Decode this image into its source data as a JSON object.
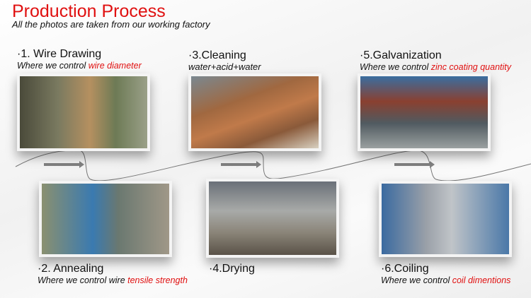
{
  "header": {
    "title": "Production Process",
    "subtitle": "All the photos are taken from our working factory"
  },
  "steps": [
    {
      "title": "·1. Wire Drawing",
      "sub_prefix": "Where we control ",
      "sub_highlight": "wire diameter"
    },
    {
      "title": "·2. Annealing",
      "sub_prefix": "Where we control wire ",
      "sub_highlight": "tensile strength"
    },
    {
      "title": "·3.Cleaning",
      "sub_prefix": "water+acid+water",
      "sub_highlight": ""
    },
    {
      "title": "·4.Drying",
      "sub_prefix": "",
      "sub_highlight": ""
    },
    {
      "title": "·5.Galvanization",
      "sub_prefix": "Where we control ",
      "sub_highlight": "zinc coating quantity"
    },
    {
      "title": "·6.Coiling",
      "sub_prefix": "Where we control ",
      "sub_highlight": "coil dimentions"
    }
  ],
  "colors": {
    "accent": "#e01010",
    "arrow": "#808080"
  }
}
